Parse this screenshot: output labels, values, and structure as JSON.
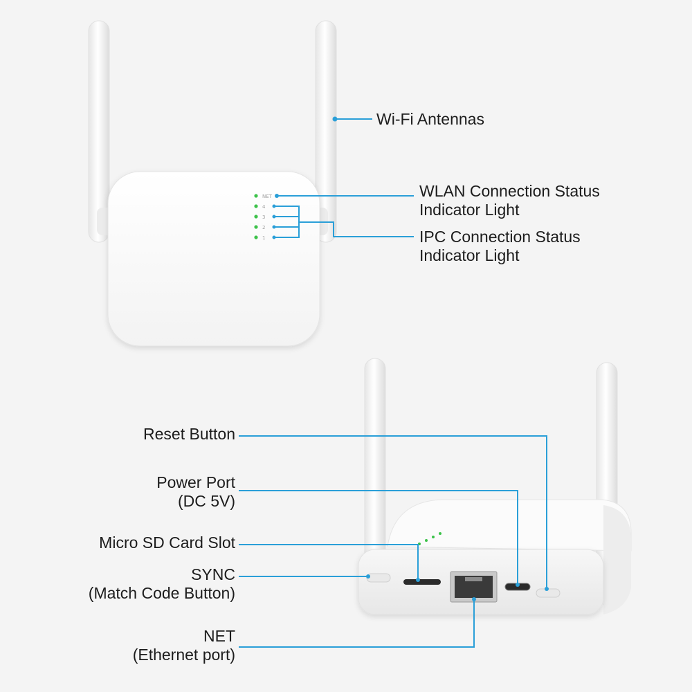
{
  "callouts": {
    "antennas": "Wi-Fi Antennas",
    "wlan_line1": "WLAN Connection Status",
    "wlan_line2": "Indicator Light",
    "ipc_line1": "IPC Connection Status",
    "ipc_line2": "Indicator Light",
    "reset": "Reset Button",
    "power_line1": "Power Port",
    "power_line2": "(DC 5V)",
    "sd": "Micro SD Card Slot",
    "sync_line1": "SYNC",
    "sync_line2": "(Match Code Button)",
    "net_line1": "NET",
    "net_line2": "(Ethernet port)"
  },
  "device_front": {
    "indicators": [
      "NET",
      "4",
      "3",
      "2",
      "1"
    ]
  },
  "colors": {
    "leader_line": "#2a9fd8",
    "indicator_led": "#3cc24a",
    "device_body": "#ffffff",
    "background": "#f4f4f4"
  }
}
